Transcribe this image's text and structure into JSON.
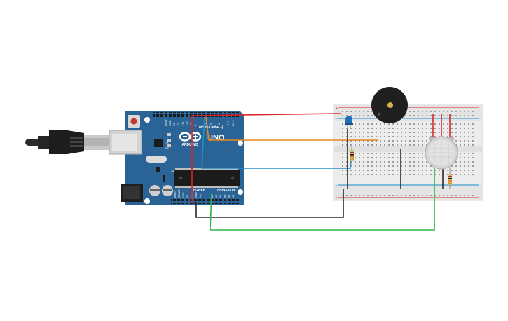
{
  "board": {
    "logo_text": "ARDUINO",
    "model_text": "UNO",
    "digital_header": "DIGITAL (PWM ~)",
    "power_label": "POWER",
    "analog_label": "ANALOG IN",
    "digital_pins": [
      "AREF",
      "GND",
      "13",
      "12",
      "~11",
      "~10",
      "~9",
      "8",
      "7",
      "~6",
      "~5",
      "4",
      "~3",
      "2",
      "TX 1",
      "RX 0"
    ],
    "power_pins": [
      "IOREF",
      "RESET",
      "3.3V",
      "5V",
      "GND",
      "GND",
      "Vin"
    ],
    "analog_pins": [
      "A0",
      "A1",
      "A2",
      "A3",
      "A4",
      "A5"
    ],
    "led_labels": [
      "L",
      "TX",
      "RX"
    ],
    "onoff": "ON"
  },
  "buzzer": {
    "plus": "+",
    "minus": "−"
  },
  "breadboard": {
    "rail_plus": "+",
    "rail_minus": "−"
  },
  "wire_colors": {
    "red": "#d6262b",
    "orange": "#e7871f",
    "blue": "#1c8fd0",
    "black": "#2a2a2a",
    "green": "#2db548"
  },
  "colors": {
    "board": "#2a6496",
    "breadboard": "#ececec"
  }
}
